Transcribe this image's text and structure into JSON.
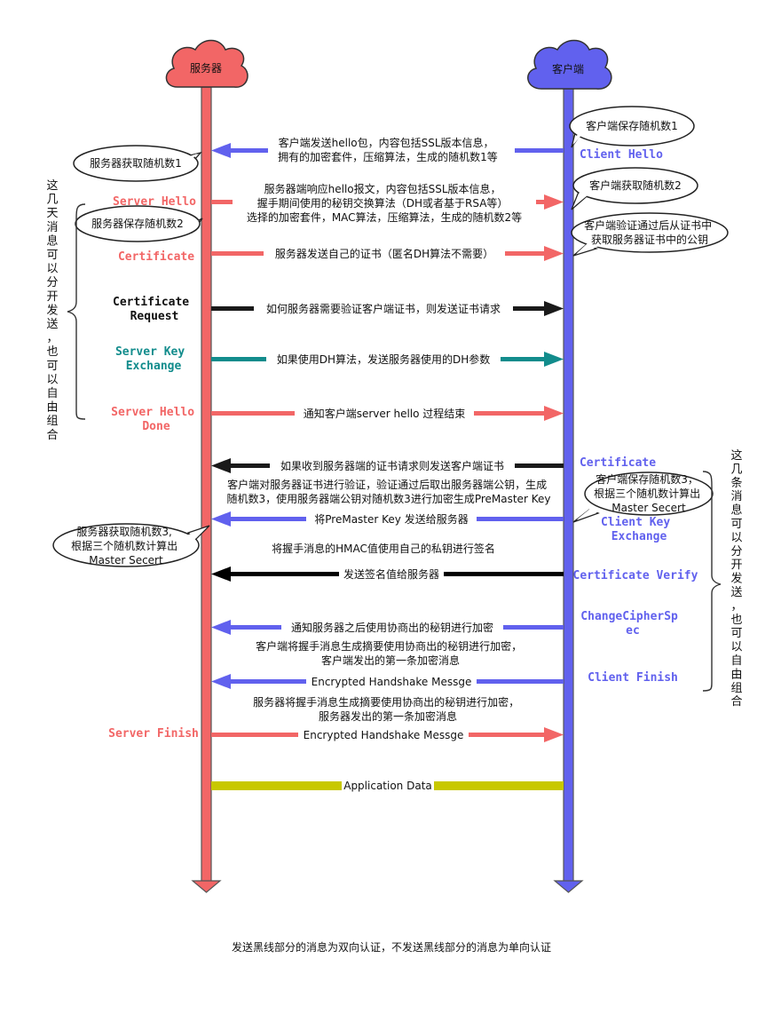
{
  "participants": {
    "server": "服务器",
    "client": "客户端"
  },
  "colors": {
    "server": "#f26666",
    "client": "#6161ee",
    "black": "#1a1a1a",
    "teal": "#128c8c",
    "olive": "#c8c800"
  },
  "messages": {
    "client_hello_label": "Client Hello",
    "client_hello_desc": [
      "客户端发送hello包，内容包括SSL版本信息，",
      "拥有的加密套件，压缩算法，生成的随机数1等"
    ],
    "server_hello_label": "Server Hello",
    "server_hello_desc": [
      "服务器端响应hello报文，内容包括SSL版本信息，",
      "握手期间使用的秘钥交换算法（DH或者基于RSA等）",
      "选择的加密套件，MAC算法，压缩算法，生成的随机数2等"
    ],
    "certificate_label": "Certificate",
    "certificate_desc": "服务器发送自己的证书（匿名DH算法不需要）",
    "cert_request_label": [
      "Certificate",
      "Request"
    ],
    "cert_request_desc": "如何服务器需要验证客户端证书，则发送证书请求",
    "server_key_exchange_label": [
      "Server Key",
      "Exchange"
    ],
    "server_key_exchange_desc": "如果使用DH算法，发送服务器使用的DH参数",
    "server_hello_done_label": [
      "Server Hello",
      "Done"
    ],
    "server_hello_done_desc": "通知客户端server hello 过程结束",
    "client_cert_label": "Certificate",
    "client_cert_desc": "如果收到服务器端的证书请求则发送客户端证书",
    "client_key_exchange_label": [
      "Client Key",
      "Exchange"
    ],
    "client_key_exchange_pre": [
      "客户端对服务器证书进行验证，验证通过后取出服务器端公钥，生成",
      "随机数3，使用服务器端公钥对随机数3进行加密生成PreMaster Key"
    ],
    "client_key_exchange_desc": "将PreMaster Key 发送给服务器",
    "cert_verify_label": "Certificate Verify",
    "cert_verify_pre": "将握手消息的HMAC值使用自己的私钥进行签名",
    "cert_verify_desc": "发送签名值给服务器",
    "change_cipher_label": [
      "ChangeCipherSp",
      "ec"
    ],
    "change_cipher_desc": "通知服务器之后使用协商出的秘钥进行加密",
    "client_finish_label": "Client Finish",
    "client_finish_pre": [
      "客户端将握手消息生成摘要使用协商出的秘钥进行加密，",
      "客户端发出的第一条加密消息"
    ],
    "client_finish_desc": "Encrypted Handshake Messge",
    "server_finish_label": "Server Finish",
    "server_finish_pre": [
      "服务器将握手消息生成摘要使用协商出的秘钥进行加密，",
      "服务器发出的第一条加密消息"
    ],
    "server_finish_desc": "Encrypted Handshake Messge",
    "app_data_desc": "Application Data"
  },
  "notes": {
    "client_random1": "客户端保存随机数1",
    "server_random1": "服务器获取随机数1",
    "client_random2": "客户端获取随机数2",
    "server_random2": "服务器保存随机数2",
    "client_pubkey": [
      "客户端验证通过后从证书中",
      "获取服务器证书中的公钥"
    ],
    "client_random3": [
      "客户端保存随机数3，",
      "根据三个随机数计算出",
      "Master Secert"
    ],
    "server_random3": [
      "服务器获取随机数3,",
      "根据三个随机数计算出",
      "Master Secert"
    ]
  },
  "side_notes": {
    "left": "这几天消息可以分开发送，也可以自由组合",
    "right": "这几条消息可以分开发送，也可以自由组合"
  },
  "footer": "发送黑线部分的消息为双向认证，不发送黑线部分的消息为单向认证"
}
